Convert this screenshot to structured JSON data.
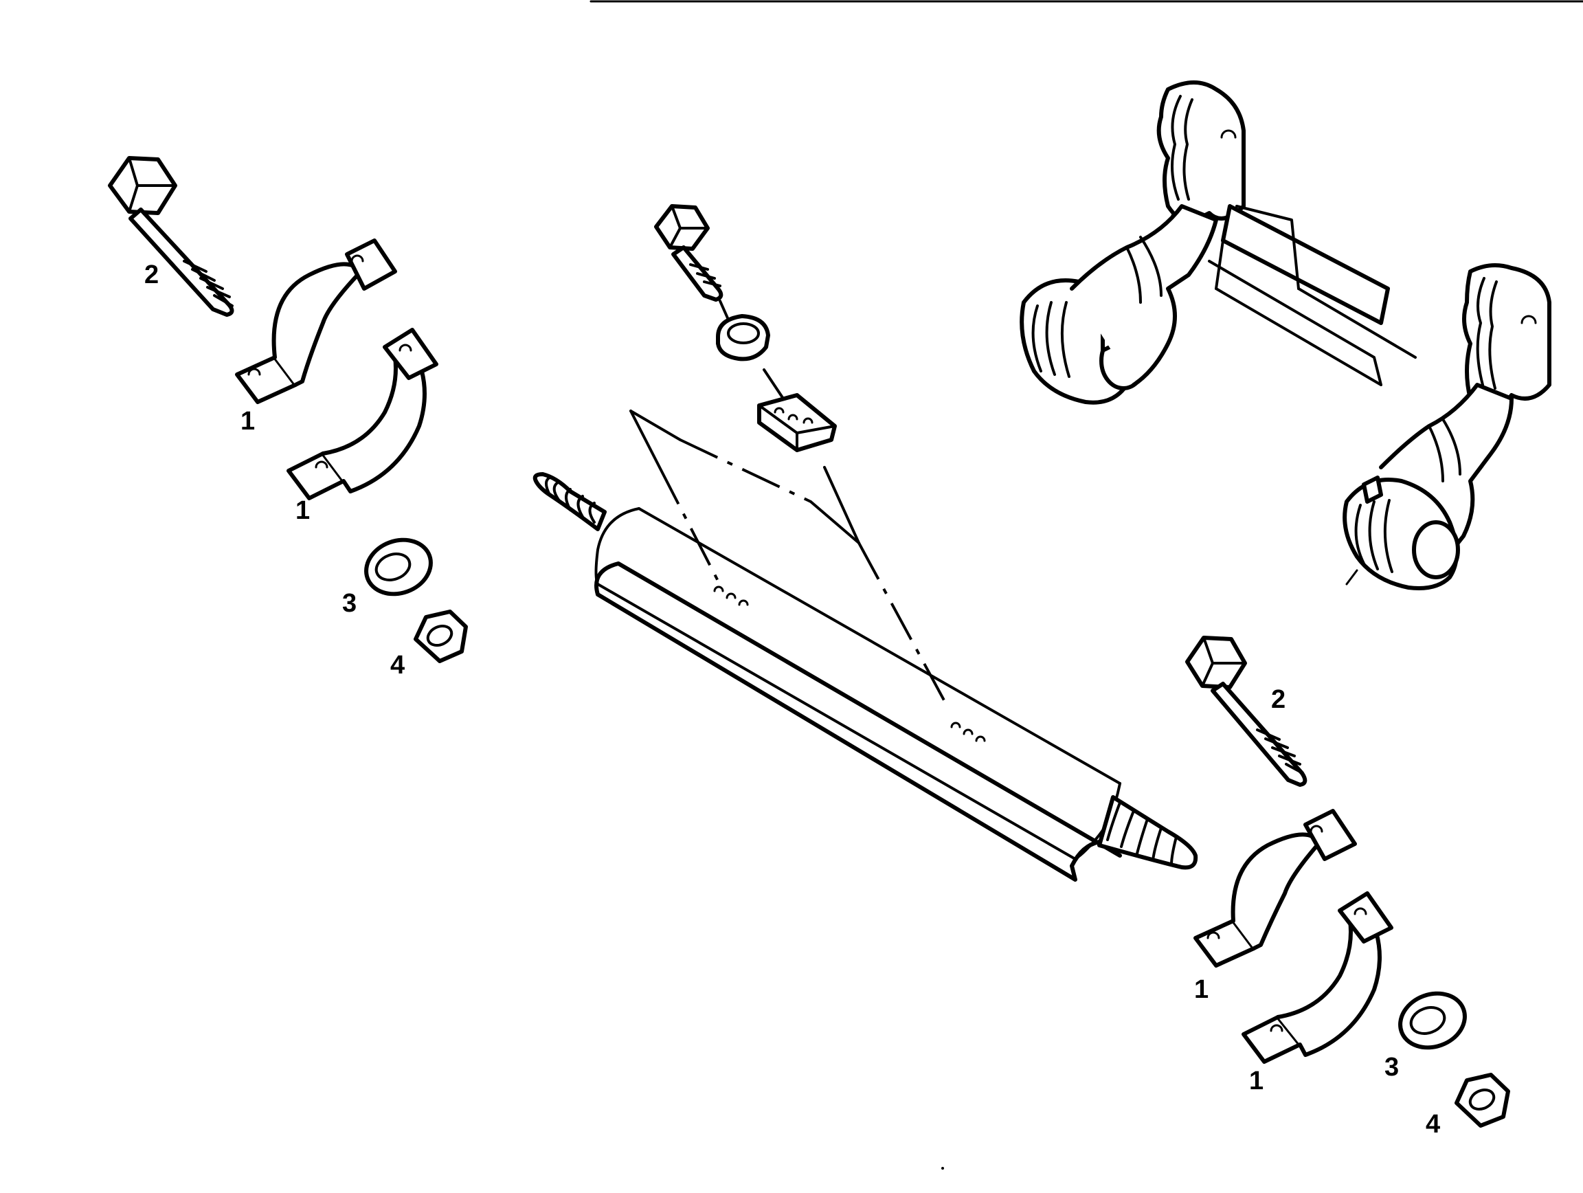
{
  "callouts": {
    "left_clamp_upper": "1",
    "left_clamp_lower": "1",
    "left_bolt": "2",
    "left_washer": "3",
    "left_nut": "4",
    "right_clamp_upper": "1",
    "right_clamp_lower": "1",
    "right_bolt": "2",
    "right_washer": "3",
    "right_nut": "4"
  },
  "parts": [
    {
      "callout": "1",
      "name": "clamp-half"
    },
    {
      "callout": "2",
      "name": "bolt"
    },
    {
      "callout": "3",
      "name": "washer"
    },
    {
      "callout": "4",
      "name": "nut"
    }
  ]
}
